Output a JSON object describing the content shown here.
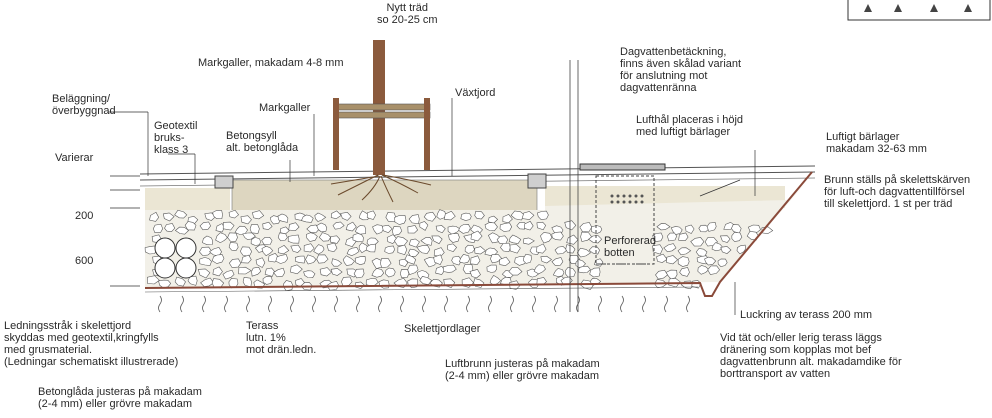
{
  "labels": {
    "new_tree": "Nytt träd\nso 20-25 cm",
    "markgaller_makadam": "Markgaller, makadam 4-8 mm",
    "dagvatten_cover": "Dagvattenbetäckning,\nfinns även skålad variant\nför anslutning mot\ndagvattenränna",
    "belaggning": "Beläggning/\növerbyggnad",
    "geotextil": "Geotextil\nbruks-\nklass 3",
    "markgaller": "Markgaller",
    "vaxtjord": "Växtjord",
    "betongsyll": "Betongsyll\nalt. betonglåda",
    "lufthal": "Lufthål placeras i höjd\nmed luftigt bärlager",
    "luftigt_barlager": "Luftigt bärlager\nmakadam 32-63 mm",
    "varierar": "Varierar",
    "brunn": "Brunn ställs på skelettskärven\nför luft-och dagvattentillförsel\ntill skelettjord. 1 st per träd",
    "dim_200": "200",
    "dim_600": "600",
    "perforerad": "Perforerad\nbotten",
    "ledningsstrak": "Ledningsstråk i skelettjord\nskyddas med geotextil,kringfylls\nmed grusmaterial.\n(Ledningar schematiskt illustrerade)",
    "terass_lutn": "Terass\nlutn. 1%\nmot drän.ledn.",
    "skelettjordlager": "Skelettjordlager",
    "luckring": "Luckring av terass 200 mm",
    "vid_tat": "Vid tät och/eller lerig terass läggs\ndränering som kopplas mot bef\ndagvattenbrunn alt. makadamdike för\nborttransport av vatten",
    "luftbrunn": "Luftbrunn justeras på makadam\n(2-4 mm) eller grövre makadam",
    "betonglada": "Betonglåda justeras på makadam\n(2-4 mm) eller grövre makadam"
  },
  "colors": {
    "soil": "#ddd6c0",
    "gravel": "#ebe6d4",
    "stone_fill": "#ffffff",
    "stone_edge": "#5a5a5a",
    "terrace_line": "#8a4a3a",
    "trunk": "#8b5a3c",
    "text": "#2a2a2a"
  }
}
